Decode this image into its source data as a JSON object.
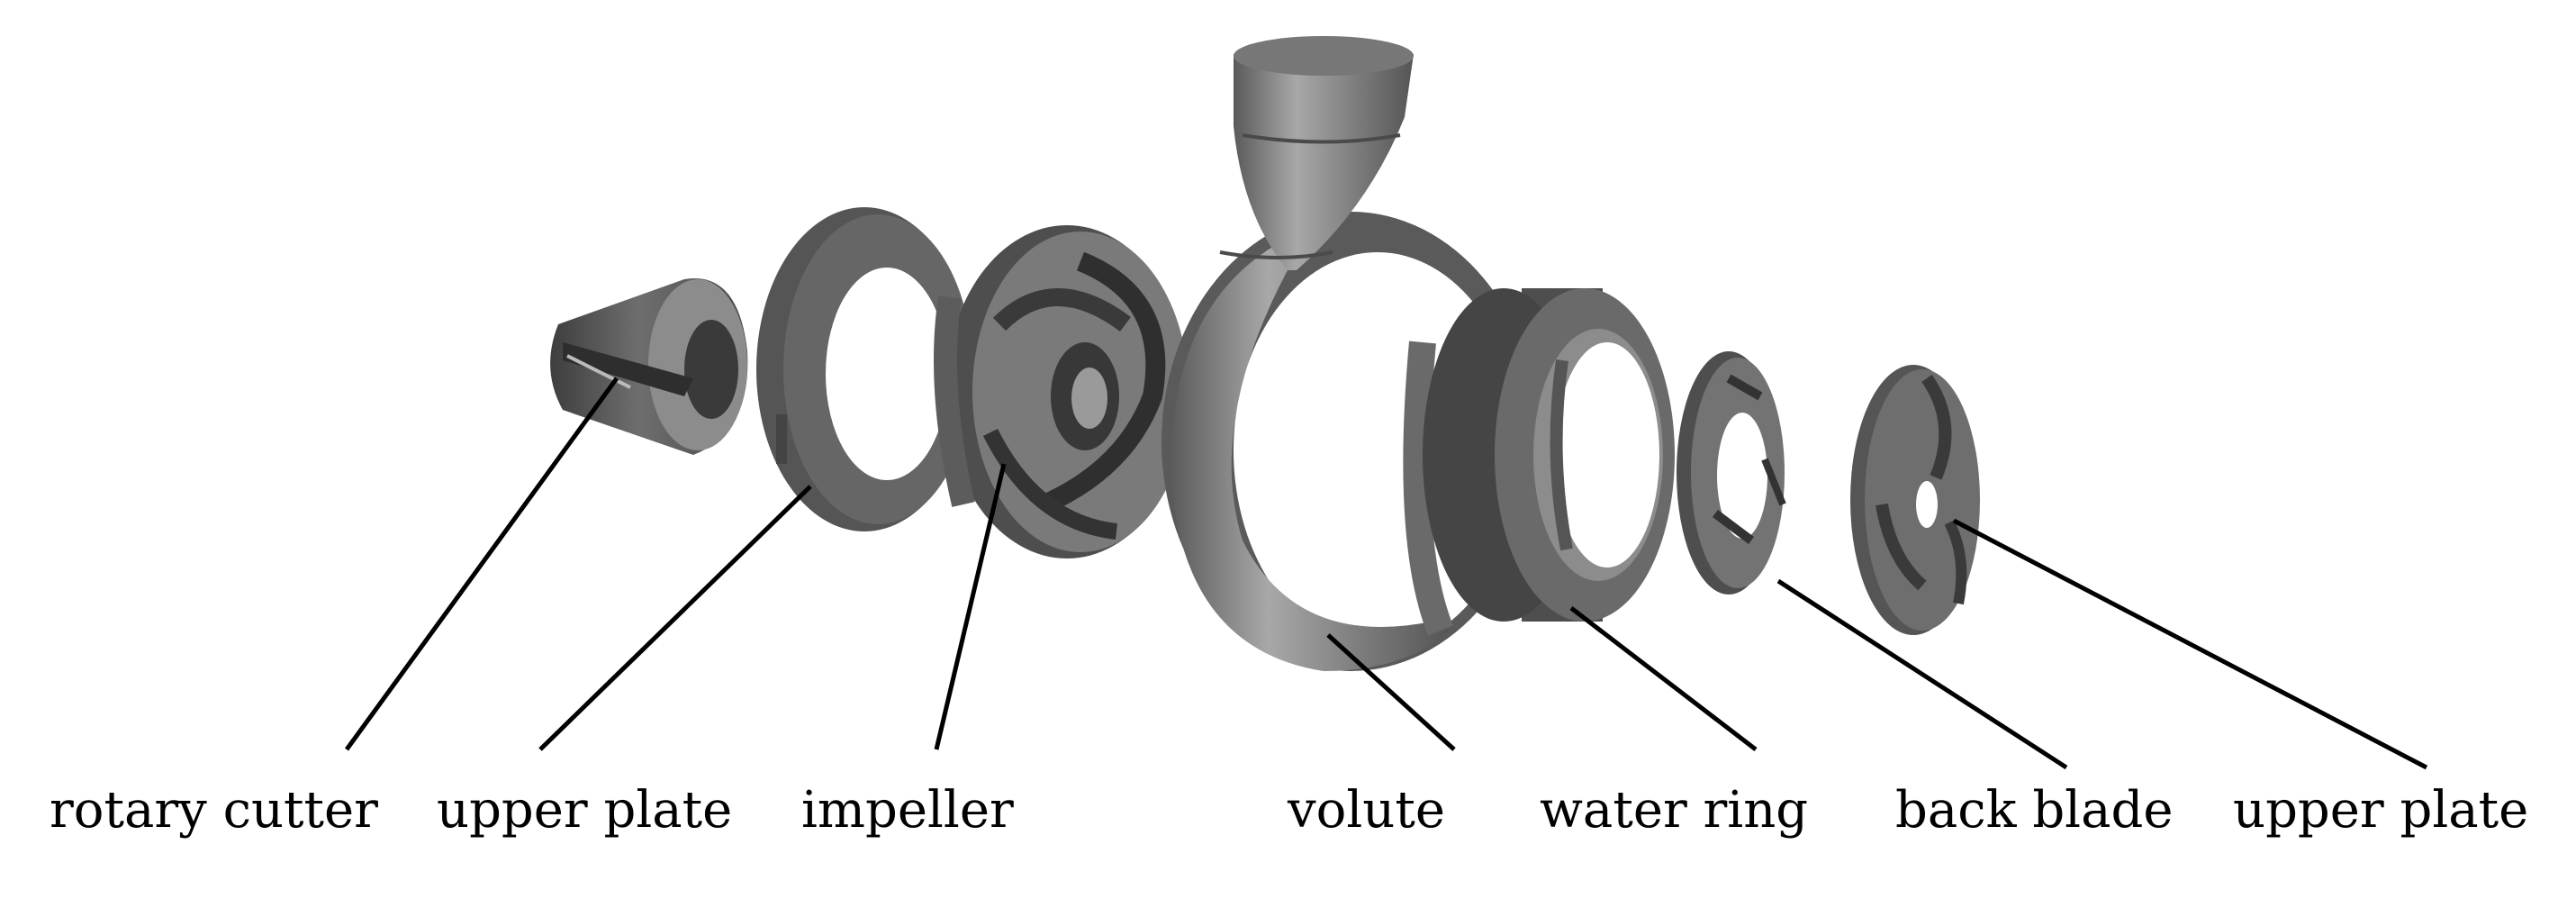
{
  "diagram": {
    "parts": [
      {
        "id": "rotary-cutter",
        "label": "rotary cutter"
      },
      {
        "id": "upper-plate-1",
        "label": "upper plate"
      },
      {
        "id": "impeller",
        "label": "impeller"
      },
      {
        "id": "volute",
        "label": "volute"
      },
      {
        "id": "water-ring",
        "label": "water ring"
      },
      {
        "id": "back-blade",
        "label": "back blade"
      },
      {
        "id": "upper-plate-2",
        "label": "upper plate"
      }
    ],
    "colors": {
      "part_dark": "#4a4a4a",
      "part_mid": "#6b6b6b",
      "part_light": "#9a9a9a",
      "part_highlight": "#b8b8b8",
      "leader_line": "#000000",
      "label_text": "#000000",
      "background": "#ffffff"
    }
  }
}
